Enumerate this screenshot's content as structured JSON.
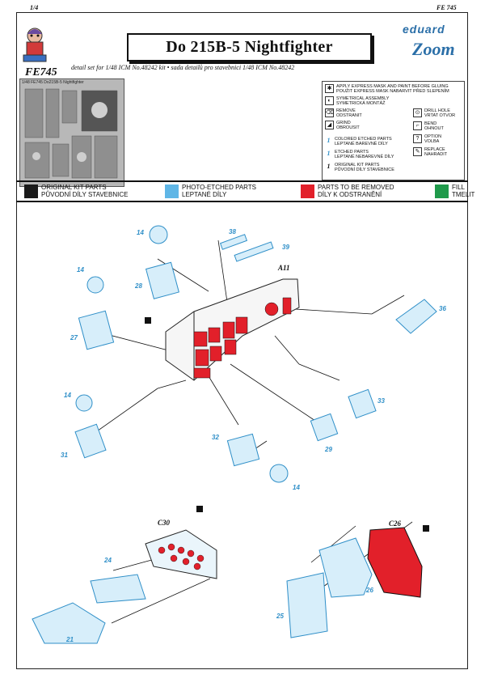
{
  "header": {
    "page_left": "1/4",
    "page_right": "FE 745",
    "title": "Do 215B-5 Nightfighter",
    "subtitle": "detail set for 1/48  ICM  No.48242  kit   •   sada detailů pro stavebnici 1/48  ICM  No.48242",
    "code": "FE745",
    "brand": "eduard",
    "brand_sub": "Zoom",
    "fret_label": "1/48  FE745  Do215B-5 Nightfighter"
  },
  "legend": [
    {
      "icon": "✱",
      "en": "APPLY EXPRESS MASK AND PAINT BEFORE GLUING",
      "cz": "POUŽIT EXPRESS MASK NABARVIT PŘED SLEPENÍM"
    },
    {
      "icon": "◐",
      "en": "SYMETRICAL ASSEMBLY",
      "cz": "SYMETRICKÁ MONTÁŽ"
    },
    {
      "icon": "⌫",
      "en": "REMOVE",
      "cz": "ODSTRANIT"
    },
    {
      "icon": "◢",
      "en": "GRIND",
      "cz": "OBROUSIT"
    },
    {
      "icon": "1",
      "en": "COLORED ETCHED PARTS",
      "cz": "LEPTANÉ BAREVNÉ DÍLY",
      "num": true,
      "color": "#2f8fc8"
    },
    {
      "icon": "1",
      "en": "ETCHED PARTS",
      "cz": "LEPTANÉ NEBAREVNÉ DÍLY",
      "num": true,
      "color": "#2f8fc8"
    },
    {
      "icon": "1",
      "en": "ORIGINAL KIT PARTS",
      "cz": "PŮVODNÍ DÍLY STAVEBNICE",
      "num": true,
      "color": "#111"
    }
  ],
  "legend_right": [
    {
      "icon": "⊙",
      "en": "DRILL HOLE",
      "cz": "VRTAT OTVOR"
    },
    {
      "icon": "⌐",
      "en": "BEND",
      "cz": "OHNOUT"
    },
    {
      "icon": "?",
      "en": "OPTION",
      "cz": "VOLBA"
    },
    {
      "icon": "✎",
      "en": "REPLACE",
      "cz": "NAHRADIT"
    }
  ],
  "color_key": [
    {
      "color": "#1a1a1a",
      "en": "ORIGINAL KIT PARTS",
      "cz": "PŮVODNÍ DÍLY STAVEBNICE"
    },
    {
      "color": "#5fb6e6",
      "en": "PHOTO-ETCHED PARTS",
      "cz": "LEPTANÉ DÍLY"
    },
    {
      "color": "#e2202a",
      "en": "PARTS TO BE REMOVED",
      "cz": "DÍLY K ODSTRANĚNÍ"
    },
    {
      "color": "#1f9a4b",
      "en": "FILL",
      "cz": "TMELIT"
    }
  ],
  "callouts": {
    "p14a": "14",
    "p28": "28",
    "p38": "38",
    "p39": "39",
    "a11": "A11",
    "p14b": "14",
    "p27": "27",
    "p36": "36",
    "p14c": "14",
    "p33": "33",
    "p31": "31",
    "p32": "32",
    "p29": "29",
    "p14d": "14",
    "c30": "C30",
    "p24": "24",
    "p21": "21",
    "c26": "C26",
    "p25": "25",
    "p26": "26"
  },
  "colors": {
    "accent": "#2f8fc8",
    "remove": "#e2202a",
    "pe": "#5fb6e6"
  }
}
